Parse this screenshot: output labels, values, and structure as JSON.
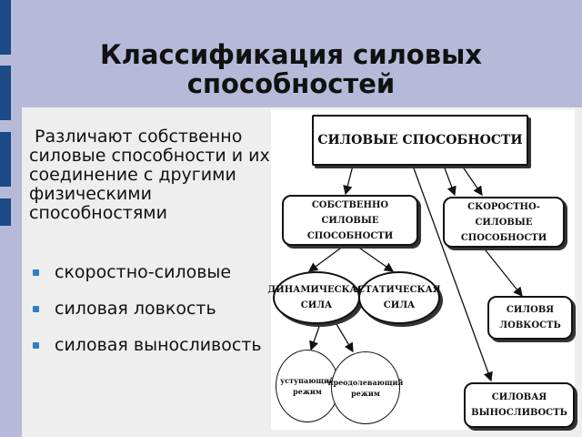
{
  "slide": {
    "title": "Классификация силовых способностей",
    "intro": "Различают собственно силовые способности и их соединение с другими физическими способностями",
    "bullets": [
      "скоростно-силовые",
      "силовая ловкость",
      "силовая выносливость"
    ]
  },
  "diagram": {
    "nodes": {
      "root": "СИЛОВЫЕ СПОСОБНОСТИ",
      "proper": "СОБСТВЕННО СИЛОВЫЕ\nСПОСОБНОСТИ",
      "speed": "СКОРОСТНО-СИЛОВЫЕ\nСПОСОБНОСТИ",
      "dynamic": "ДИНАМИЧЕСКАЯ\nСИЛА",
      "static": "СТАТИЧЕСКАЯ\nСИЛА",
      "agility": "СИЛОВЯ\nЛОВКОСТЬ",
      "endurance": "СИЛОВАЯ\nВЫНОСЛИВОСТЬ",
      "yielding": "уступающий\nрежим",
      "overcoming": "преодолевающий\nрежим"
    }
  },
  "colors": {
    "background": "#b6bad8",
    "panel": "#eeeeee",
    "deco": "#1b4a86",
    "bullet": "#2d7fc4"
  }
}
